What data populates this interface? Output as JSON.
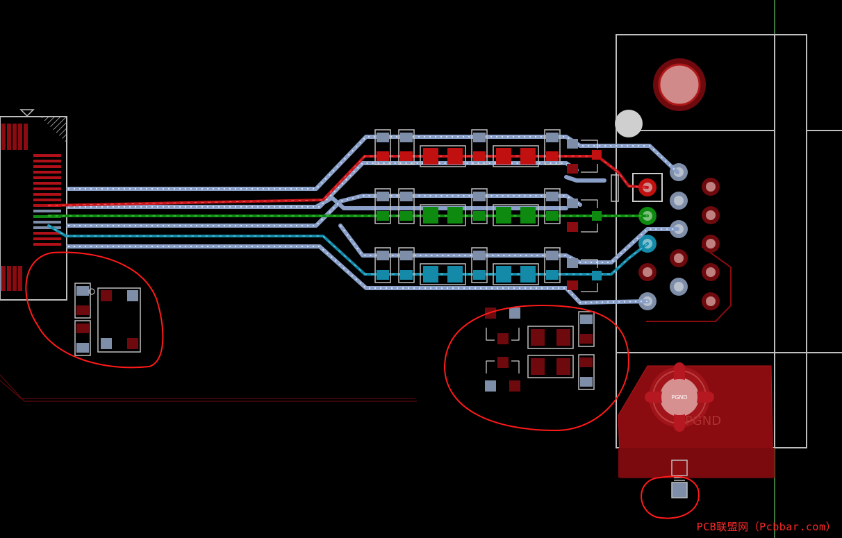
{
  "labels": {
    "pad_label": "PGND",
    "copper_label": "PGND"
  },
  "watermark": "PCB联盟网（Pcbbar.com）",
  "colors": {
    "background": "#000000",
    "outline": "#bfbfbf",
    "trace_blue": "#7f9ac8",
    "trace_red": "#c8151b",
    "trace_green": "#0f8a10",
    "trace_cyan": "#148aa8",
    "pad_red": "#c01010",
    "pad_dark_red": "#6e0a0e",
    "pad_grey": "#7f8ea8",
    "copper_pour": "#8a0c10",
    "markup_red": "#ff1a1a",
    "guide_green": "#7cf07c"
  }
}
